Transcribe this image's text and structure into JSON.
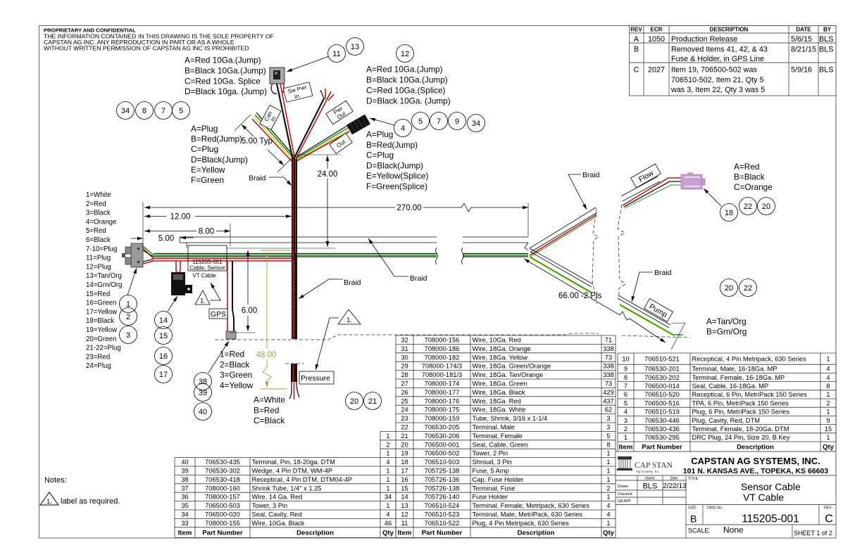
{
  "colors": {
    "wire_red": "#cc1111",
    "wire_green": "#1a9a1a",
    "wire_yellow": "#d6cc00",
    "wire_black": "#111111",
    "dimension_olive": "#9e9e3c",
    "flow_connector": "#c89fd0",
    "frame": "#555555"
  },
  "notice": {
    "title": "PROPRIETARY AND CONFIDENTIAL",
    "lines": [
      "THE INFORMATION CONTAINED IN THIS DRAWING IS THE SOLE PROPERTY OF",
      "CAPSTAN AG INC. ANY REPRODUCTION IN PART OR AS A WHOLE",
      "WITHOUT WRITTEN PERMISSION OF CAPSTAN AG INC IS PROHIBITED"
    ]
  },
  "revisions": {
    "headers": {
      "rev": "REV",
      "ecr": "ECR",
      "description": "DESCRIPTION",
      "date": "DATE",
      "by": "BY"
    },
    "rows": [
      {
        "rev": "A",
        "ecr": "1050",
        "description": [
          "Production Release"
        ],
        "date": "5/6/15",
        "by": "BLS"
      },
      {
        "rev": "B",
        "ecr": "",
        "description": [
          "Removed Items 41, 42, & 43",
          "Fuse & Holder, in GPS Line"
        ],
        "date": "8/21/15",
        "by": "BLS"
      },
      {
        "rev": "C",
        "ecr": "2027",
        "description": [
          "Item 19, 706500-502 was",
          "706510-502, Item 21, Qty 5",
          "was 3, Item 22, Qty 3 was 5"
        ],
        "date": "5/9/16",
        "by": "BLS"
      }
    ]
  },
  "pinouts": {
    "sw_pwr_in": [
      "A=Red 10Ga.(Jump)",
      "B=Black 10Ga.(Jump)",
      "C=Red 10Ga. Splice",
      "D=Black 10ga. (Jump)"
    ],
    "pwr_out": [
      "A=Red 10Ga.(Jump)",
      "B=Black 10Ga.(Jump)",
      "C=Red 10Ga.(Splice)",
      "D=Black 10Ga. (Jump)"
    ],
    "out": [
      "A=Plug",
      "B=Red(Jump)",
      "C=Plug",
      "D=Black(Jump)",
      "E=Yellow(Splice)",
      "F=Green(Splice)"
    ],
    "can_in": [
      "A=Plug",
      "B=Red(Jump)",
      "C=Plug",
      "D=Black(Jump)",
      "E=Yellow",
      "F=Green"
    ],
    "main": [
      "1=White",
      "2=Red",
      "3=Black",
      "4=Orange",
      "5=Red",
      "6=Black",
      "7-10=Plug",
      "11=Plug",
      "12=Plug",
      "13=Tan/Org",
      "14=Grn/Org",
      "15=Red",
      "16=Green",
      "17=Yellow",
      "18=Black",
      "19=Yellow",
      "20=Green",
      "21-22=Plug",
      "23=Red",
      "24=Plug"
    ],
    "gps": [
      "1=Red",
      "2=Black",
      "3=Green",
      "4=Yellow"
    ],
    "pressure": [
      "A=White",
      "B=Red",
      "C=Black"
    ],
    "flow": [
      "A=Red",
      "B=Black",
      "C=Orange"
    ],
    "pump": [
      "A=Tan/Org",
      "B=Grn/Org"
    ]
  },
  "labels": {
    "sw_pwr_in": [
      "Sw Pwr",
      "In"
    ],
    "can_in": [
      "Can",
      "In"
    ],
    "pwr_out": [
      "Pwr",
      "Out"
    ],
    "out": "Out",
    "gps": "GPS",
    "pressure": "Pressure",
    "flow": "Flow",
    "pump": "Pump",
    "braid": "Braid",
    "cable_tag": [
      "115205-001",
      "Cable, Sensor"
    ],
    "cable_tag_caption": "VT Cable",
    "flag": "1."
  },
  "dimensions": {
    "overall": "270.00",
    "to_trunk": "12.00",
    "to_gps": "8.00",
    "connector_offset": "5.00",
    "branch_typ": "5.00 Typ",
    "trunk_up": "24.00",
    "gps_drop": "6.00",
    "pressure_drop": "48.00",
    "sensor_branch": "66.00 -2 Pls"
  },
  "balloons": {
    "sw_pwr_in": [
      "11",
      "13"
    ],
    "pwr_out": [
      "12"
    ],
    "can_in": [
      "34",
      "8",
      "7",
      "5"
    ],
    "out": [
      "4",
      "5",
      "7",
      "9",
      "34"
    ],
    "flow": [
      "18",
      "22",
      "20"
    ],
    "pump": [
      "20",
      "22"
    ],
    "main_connector": [
      "1",
      "2",
      "3"
    ],
    "fuse": [
      "14",
      "15",
      "16",
      "17"
    ],
    "gps": [
      "38",
      "39",
      "40"
    ],
    "pressure": [
      "20",
      "21"
    ]
  },
  "bom": {
    "headers": {
      "item": "Item",
      "part": "Part Number",
      "description": "Description",
      "qty": "Qty"
    },
    "left": [
      {
        "item": "40",
        "part": "706530-435",
        "description": "Terminal, Pin, 18-20ga. DTM",
        "qty": "4"
      },
      {
        "item": "39",
        "part": "706530-302",
        "description": "Wedge, 4 Pin DTM, WM-4P",
        "qty": "1"
      },
      {
        "item": "38",
        "part": "706530-418",
        "description": "Receptical, 4 Pin DTM, DTM04-4P",
        "qty": "1"
      },
      {
        "item": "37",
        "part": "708000-160",
        "description": "Shrink Tube, 1/4\" x 1.25",
        "qty": "1"
      },
      {
        "item": "36",
        "part": "708000-157",
        "description": "Wire, 14 Ga. Red",
        "qty": "34"
      },
      {
        "item": "35",
        "part": "706500-503",
        "description": "Tower, 3 Pin",
        "qty": "1"
      },
      {
        "item": "34",
        "part": "706500-020",
        "description": "Seal, Cavity, Red",
        "qty": "4"
      },
      {
        "item": "33",
        "part": "708000-155",
        "description": "Wire, 10Ga. Black",
        "qty": "46"
      }
    ],
    "left_orphan_qty": [
      "1",
      "2",
      "1"
    ],
    "middle": [
      {
        "item": "32",
        "part": "708000-156",
        "description": "Wire, 10Ga. Red",
        "qty": "71"
      },
      {
        "item": "31",
        "part": "708000-186",
        "description": "Wire, 18Ga. Orange",
        "qty": "338"
      },
      {
        "item": "30",
        "part": "708000-182",
        "description": "Wire, 18Ga. Yellow",
        "qty": "73"
      },
      {
        "item": "29",
        "part": "708000-174/3",
        "description": "Wire, 18Ga. Green/Orange",
        "qty": "338"
      },
      {
        "item": "28",
        "part": "708000-181/3",
        "description": "Wire, 18Ga. Tan/Orange",
        "qty": "338"
      },
      {
        "item": "27",
        "part": "708000-174",
        "description": "Wire, 18Ga. Green",
        "qty": "73"
      },
      {
        "item": "26",
        "part": "708000-177",
        "description": "Wire, 18Ga. Black",
        "qty": "429"
      },
      {
        "item": "25",
        "part": "708000-176",
        "description": "Wire, 18Ga. Red",
        "qty": "437"
      },
      {
        "item": "24",
        "part": "708000-175",
        "description": "Wire, 18Ga. White",
        "qty": "62"
      },
      {
        "item": "23",
        "part": "708000-159",
        "description": "Tube, Shrink, 3/16 x 1-1/4",
        "qty": "3"
      },
      {
        "item": "22",
        "part": "706530-205",
        "description": "Terminal, Male",
        "qty": "3"
      },
      {
        "item": "21",
        "part": "706530-206",
        "description": "Terminal, Female",
        "qty": "5"
      },
      {
        "item": "20",
        "part": "706500-001",
        "description": "Seal, Cable, Green",
        "qty": "8"
      },
      {
        "item": "19",
        "part": "706500-502",
        "description": "Tower, 2 Pin",
        "qty": "1"
      },
      {
        "item": "18",
        "part": "706510-503",
        "description": "Shroud, 3 Pin",
        "qty": "1"
      },
      {
        "item": "17",
        "part": "705725-138",
        "description": "Fuse, 5 Amp",
        "qty": "1"
      },
      {
        "item": "16",
        "part": "705726-136",
        "description": "Cap, Fuse Holder",
        "qty": "1"
      },
      {
        "item": "15",
        "part": "705726-138",
        "description": "Terminal, Fuse",
        "qty": "2"
      },
      {
        "item": "14",
        "part": "705726-140",
        "description": "Fuse Holder",
        "qty": "1"
      },
      {
        "item": "13",
        "part": "706510-524",
        "description": "Terminal, Female, Metripack, 630 Series",
        "qty": "4"
      },
      {
        "item": "12",
        "part": "706510-523",
        "description": "Terminal, Male, MetriPack, 630 Series",
        "qty": "4"
      },
      {
        "item": "11",
        "part": "706510-522",
        "description": "Plug, 4 Pin Metripack, 630 Series",
        "qty": "1"
      }
    ],
    "right": [
      {
        "item": "10",
        "part": "706510-521",
        "description": "Receptical, 4 Pin Metripack, 630 Series",
        "qty": "1"
      },
      {
        "item": "9",
        "part": "706530-201",
        "description": "Terminal, Male, 16-18Ga. MP",
        "qty": "4"
      },
      {
        "item": "8",
        "part": "706530-202",
        "description": "Terminal, Female, 16-18Ga. MP",
        "qty": "4"
      },
      {
        "item": "7",
        "part": "706500-014",
        "description": "Seal, Cable, 16-18Ga. MP",
        "qty": "8"
      },
      {
        "item": "6",
        "part": "706510-520",
        "description": "Receptical, 6 Pin, MetriPack 150 Series",
        "qty": "1"
      },
      {
        "item": "5",
        "part": "706500-516",
        "description": "TPA, 6 Pin, MetriPack 150 Series",
        "qty": "2"
      },
      {
        "item": "4",
        "part": "706510-519",
        "description": "Plug, 6 Pin, MetriPack 150 Series",
        "qty": "1"
      },
      {
        "item": "3",
        "part": "706530-446",
        "description": "Plug, Cavity, Red, DTM",
        "qty": "9"
      },
      {
        "item": "2",
        "part": "706530-436",
        "description": "Terminal, Female, 18-20Ga. DTM",
        "qty": "15"
      },
      {
        "item": "1",
        "part": "706530-295",
        "description": "DRC Plug, 24 Pin, Size 20, B Key",
        "qty": "1"
      }
    ]
  },
  "title_block": {
    "logo": {
      "name": "CAP STAN",
      "sub": "Ag Systems, Inc."
    },
    "company": "CAPSTAN AG SYSTEMS, INC.",
    "address": "101 N. KANSAS AVE., TOPEKA, KS 66603",
    "sign_headers": {
      "name": "Name",
      "date": "Date"
    },
    "sign_rows": [
      {
        "role": "Drawn",
        "name": "BLS",
        "date": "2/22/13"
      },
      {
        "role": "Checked",
        "name": "",
        "date": ""
      },
      {
        "role": "QA APP",
        "name": "",
        "date": ""
      }
    ],
    "title_label": "TITLE:",
    "title": [
      "Sensor Cable",
      "VT Cable"
    ],
    "size_label": "SIZE",
    "size": "B",
    "dwg_label": "DWG No:",
    "dwg_no": "115205-001",
    "rev_label": "REV",
    "rev": "C",
    "scale_label": "SCALE:",
    "scale": "None",
    "sheet": "SHEET 1 of 2"
  },
  "notes": {
    "heading": "Notes:",
    "items": [
      {
        "flag": "1.",
        "text": "label as required."
      }
    ]
  }
}
